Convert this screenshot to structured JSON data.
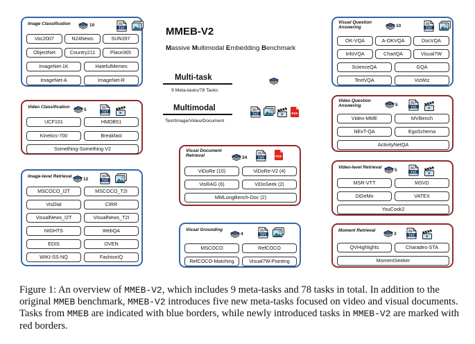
{
  "header": {
    "title": "MMEB-V2",
    "subtitle_words": [
      {
        "initial": "M",
        "rest": "assive"
      },
      {
        "initial": "M",
        "rest": "ultimodal"
      },
      {
        "initial": "E",
        "rest": "mbedding"
      },
      {
        "initial": "B",
        "rest": "enchmark"
      }
    ]
  },
  "multitask": {
    "heading": "Multi-task",
    "note": "9 Meta-tasks/78 Tasks"
  },
  "multimodal": {
    "heading": "Multimodal",
    "note": "Text/Image/Video/Document"
  },
  "panels": {
    "image_classification": {
      "title_lines": [
        "Image Classification"
      ],
      "count": "10",
      "rows": [
        [
          "Voc2007",
          "N24News",
          "SUN397"
        ],
        [
          "ObjectNet",
          "Country211",
          "Place365"
        ],
        [
          "ImageNet-1K",
          "HatefulMemes"
        ],
        [
          "ImageNet-A",
          "ImageNet-R"
        ]
      ]
    },
    "video_classification": {
      "title_lines": [
        "Video Classification"
      ],
      "count": "5",
      "rows": [
        [
          "UCF101",
          "HMDB51"
        ],
        [
          "Kinetics-700",
          "Breakfast"
        ],
        [
          "Something-Something V2"
        ]
      ]
    },
    "image_retrieval": {
      "title_lines": [
        "Image-level Retrieval"
      ],
      "count": "12",
      "rows": [
        [
          "MSCOCO_I2T",
          "MSCOCO_T2I"
        ],
        [
          "VisDial",
          "CIRR"
        ],
        [
          "VisualNews_I2T",
          "VisualNews_T2I"
        ],
        [
          "NIGHTS",
          "WebQA"
        ],
        [
          "EDIS",
          "OVEN"
        ],
        [
          "WIKI-SS-NQ",
          "FashionIQ"
        ]
      ]
    },
    "vdr": {
      "title_lines": [
        "Visual Document",
        "Retrieval"
      ],
      "count": "24",
      "rows": [
        [
          "ViDoRe (10)",
          "ViDoRe-V2 (4)"
        ],
        [
          "VisRAG (6)",
          "ViDoSeek (2)"
        ],
        [
          "MMLongBench-Doc (2)"
        ]
      ]
    },
    "grounding": {
      "title_lines": [
        "Visual Grounding"
      ],
      "count": "4",
      "rows": [
        [
          "MSCOCO",
          "RefCOCO"
        ],
        [
          "RefCOCO-Matching",
          "Visual7W-Pointing"
        ]
      ]
    },
    "vqa": {
      "title_lines": [
        "Visual Question",
        "Answering"
      ],
      "count": "10",
      "rows": [
        [
          "OK-VQA",
          "A-OKVQA",
          "DocVQA"
        ],
        [
          "InfoVQA",
          "ChartQA",
          "Visual7W"
        ],
        [
          "ScienceQA",
          "GQA"
        ],
        [
          "TextVQA",
          "VizWiz"
        ]
      ]
    },
    "video_qa": {
      "title_lines": [
        "Video Question",
        "Answering"
      ],
      "count": "5",
      "rows": [
        [
          "Video-MME",
          "MVBench"
        ],
        [
          "NExT-QA",
          "EgoSchema"
        ],
        [
          "ActivityNetQA"
        ]
      ]
    },
    "video_retrieval": {
      "title_lines": [
        "Video-level Retrieval"
      ],
      "count": "5",
      "rows": [
        [
          "MSR-VTT",
          "MSVD"
        ],
        [
          "DiDeMo",
          "VATEX"
        ],
        [
          "YouCook2"
        ]
      ]
    },
    "moment": {
      "title_lines": [
        "Moment Retrieval"
      ],
      "count": "3",
      "rows": [
        [
          "QVHighlights",
          "Charades-STA"
        ],
        [
          "MomentSeeker"
        ]
      ]
    }
  },
  "icons": {
    "txt_label": "TXT",
    "pdf_label": "PDF",
    "layers_color": "#3566a8",
    "txt_color": "#1d3f6e",
    "pdf_color": "#e0261b",
    "blue_border": "#3566a8",
    "red_border": "#8e2b2b"
  },
  "caption": {
    "parts": [
      {
        "t": "Figure 1:  An overview of ",
        "mono": false
      },
      {
        "t": "MMEB-V2",
        "mono": true
      },
      {
        "t": ", which includes 9 meta-tasks and 78 tasks in total.  In addition to the original ",
        "mono": false
      },
      {
        "t": "MMEB",
        "mono": true
      },
      {
        "t": " benchmark, ",
        "mono": false
      },
      {
        "t": "MMEB-V2",
        "mono": true
      },
      {
        "t": " introduces five new meta-tasks focused on video and visual documents.  Tasks from ",
        "mono": false
      },
      {
        "t": "MMEB",
        "mono": true
      },
      {
        "t": " are indicated with blue borders, while newly introduced tasks in ",
        "mono": false
      },
      {
        "t": "MMEB-V2",
        "mono": true
      },
      {
        "t": " are marked with red borders.",
        "mono": false
      }
    ]
  }
}
